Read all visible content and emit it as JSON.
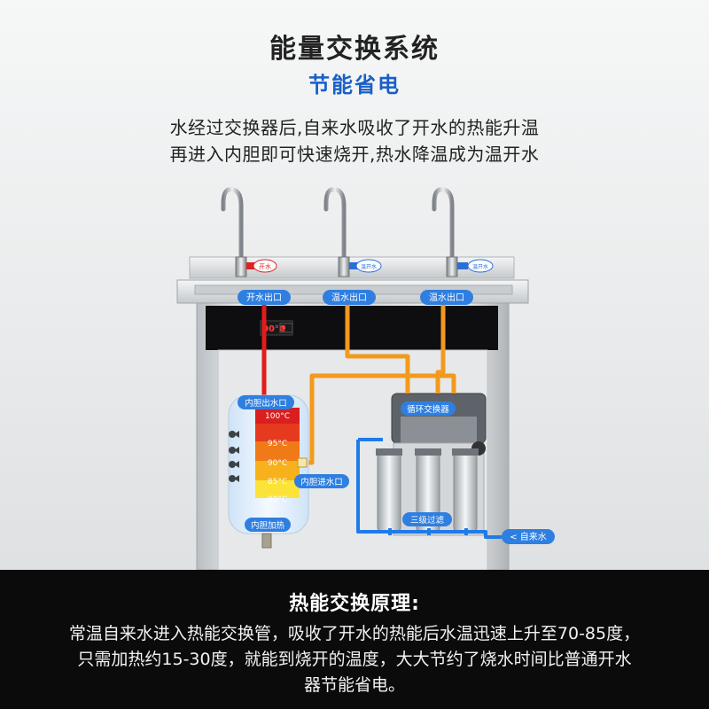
{
  "header": {
    "title": "能量交换系统",
    "subtitle": "节能省电",
    "description_line1": "水经过交换器后,自来水吸收了开水的热能升温",
    "description_line2": "再进入内胆即可快速烧开,热水降温成为温开水"
  },
  "machine": {
    "outlet_labels": [
      "开水出口",
      "温水出口",
      "温水出口"
    ],
    "faucet_tags": [
      "开水",
      "温开水",
      "温开水"
    ],
    "display_readout": "00°C",
    "tank_top_label": "内胆出水口",
    "tank_inlet_label": "内胆进水口",
    "tank_heat_label": "内胆加热",
    "temperatures": [
      "100°C",
      "95°C",
      "90°C",
      "85°C",
      "80°C"
    ],
    "exchanger_label": "循环交换器",
    "filter_label": "三级过滤",
    "water_in_label": "< 自来水",
    "colors": {
      "hot_pipe": "#e31b1b",
      "warm_pipe": "#f39a1c",
      "cold_pipe": "#1f7be8",
      "label_blue": "#2f7fe0"
    }
  },
  "principle": {
    "title": "热能交换原理:",
    "line1": "常温自来水进入热能交换管，吸收了开水的热能后水温迅速上升至70-85度，",
    "line2": "只需加热约15-30度，就能到烧开的温度，大大节约了烧水时间比普通开水",
    "line3": "器节能省电。"
  }
}
